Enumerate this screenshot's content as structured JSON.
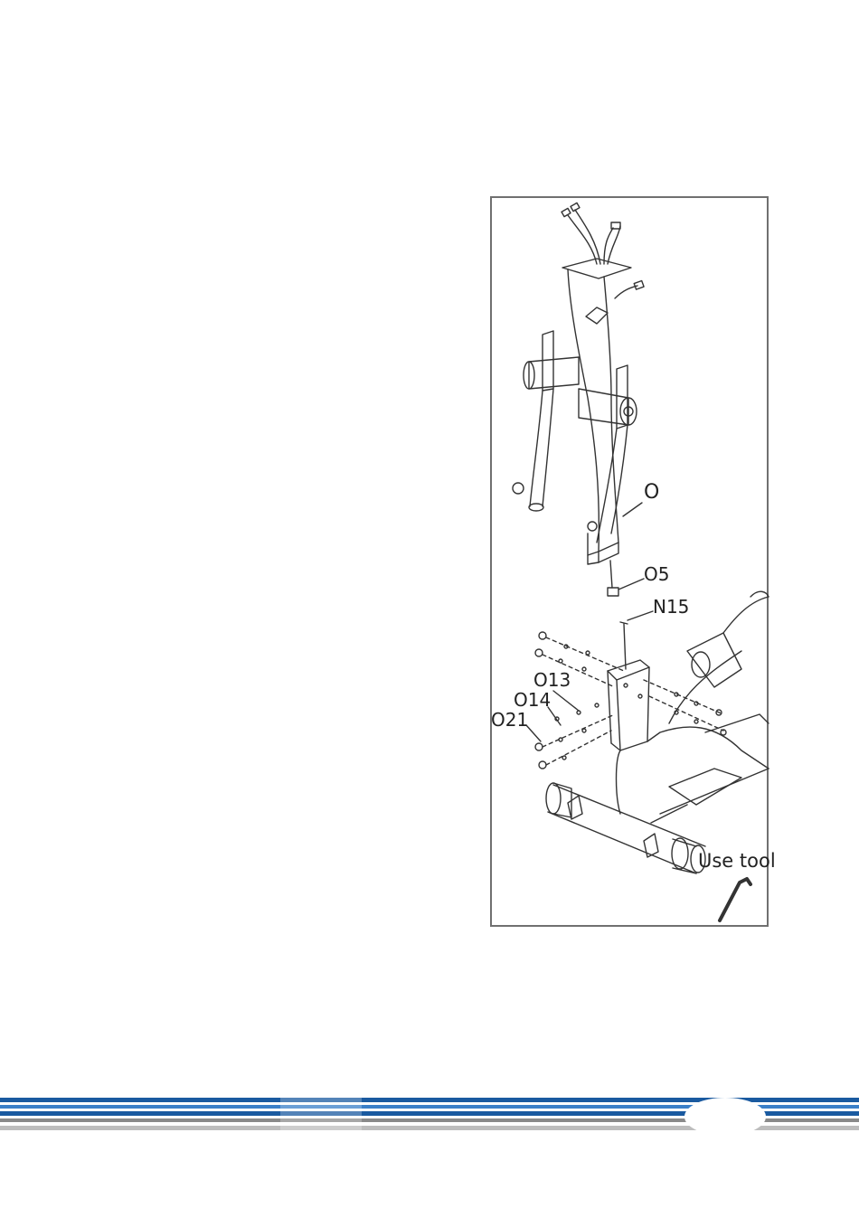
{
  "diagram": {
    "labels": {
      "o": "O",
      "o5": "O5",
      "n15": "N15",
      "o13": "O13",
      "o14": "O14",
      "o21": "O21",
      "use_tool": "Use tool"
    }
  },
  "footer": {
    "page_number": "",
    "stripe_colors": [
      "#1a5aa0",
      "#3a7fc8",
      "#8a8a8a",
      "#bdbdbd"
    ]
  }
}
